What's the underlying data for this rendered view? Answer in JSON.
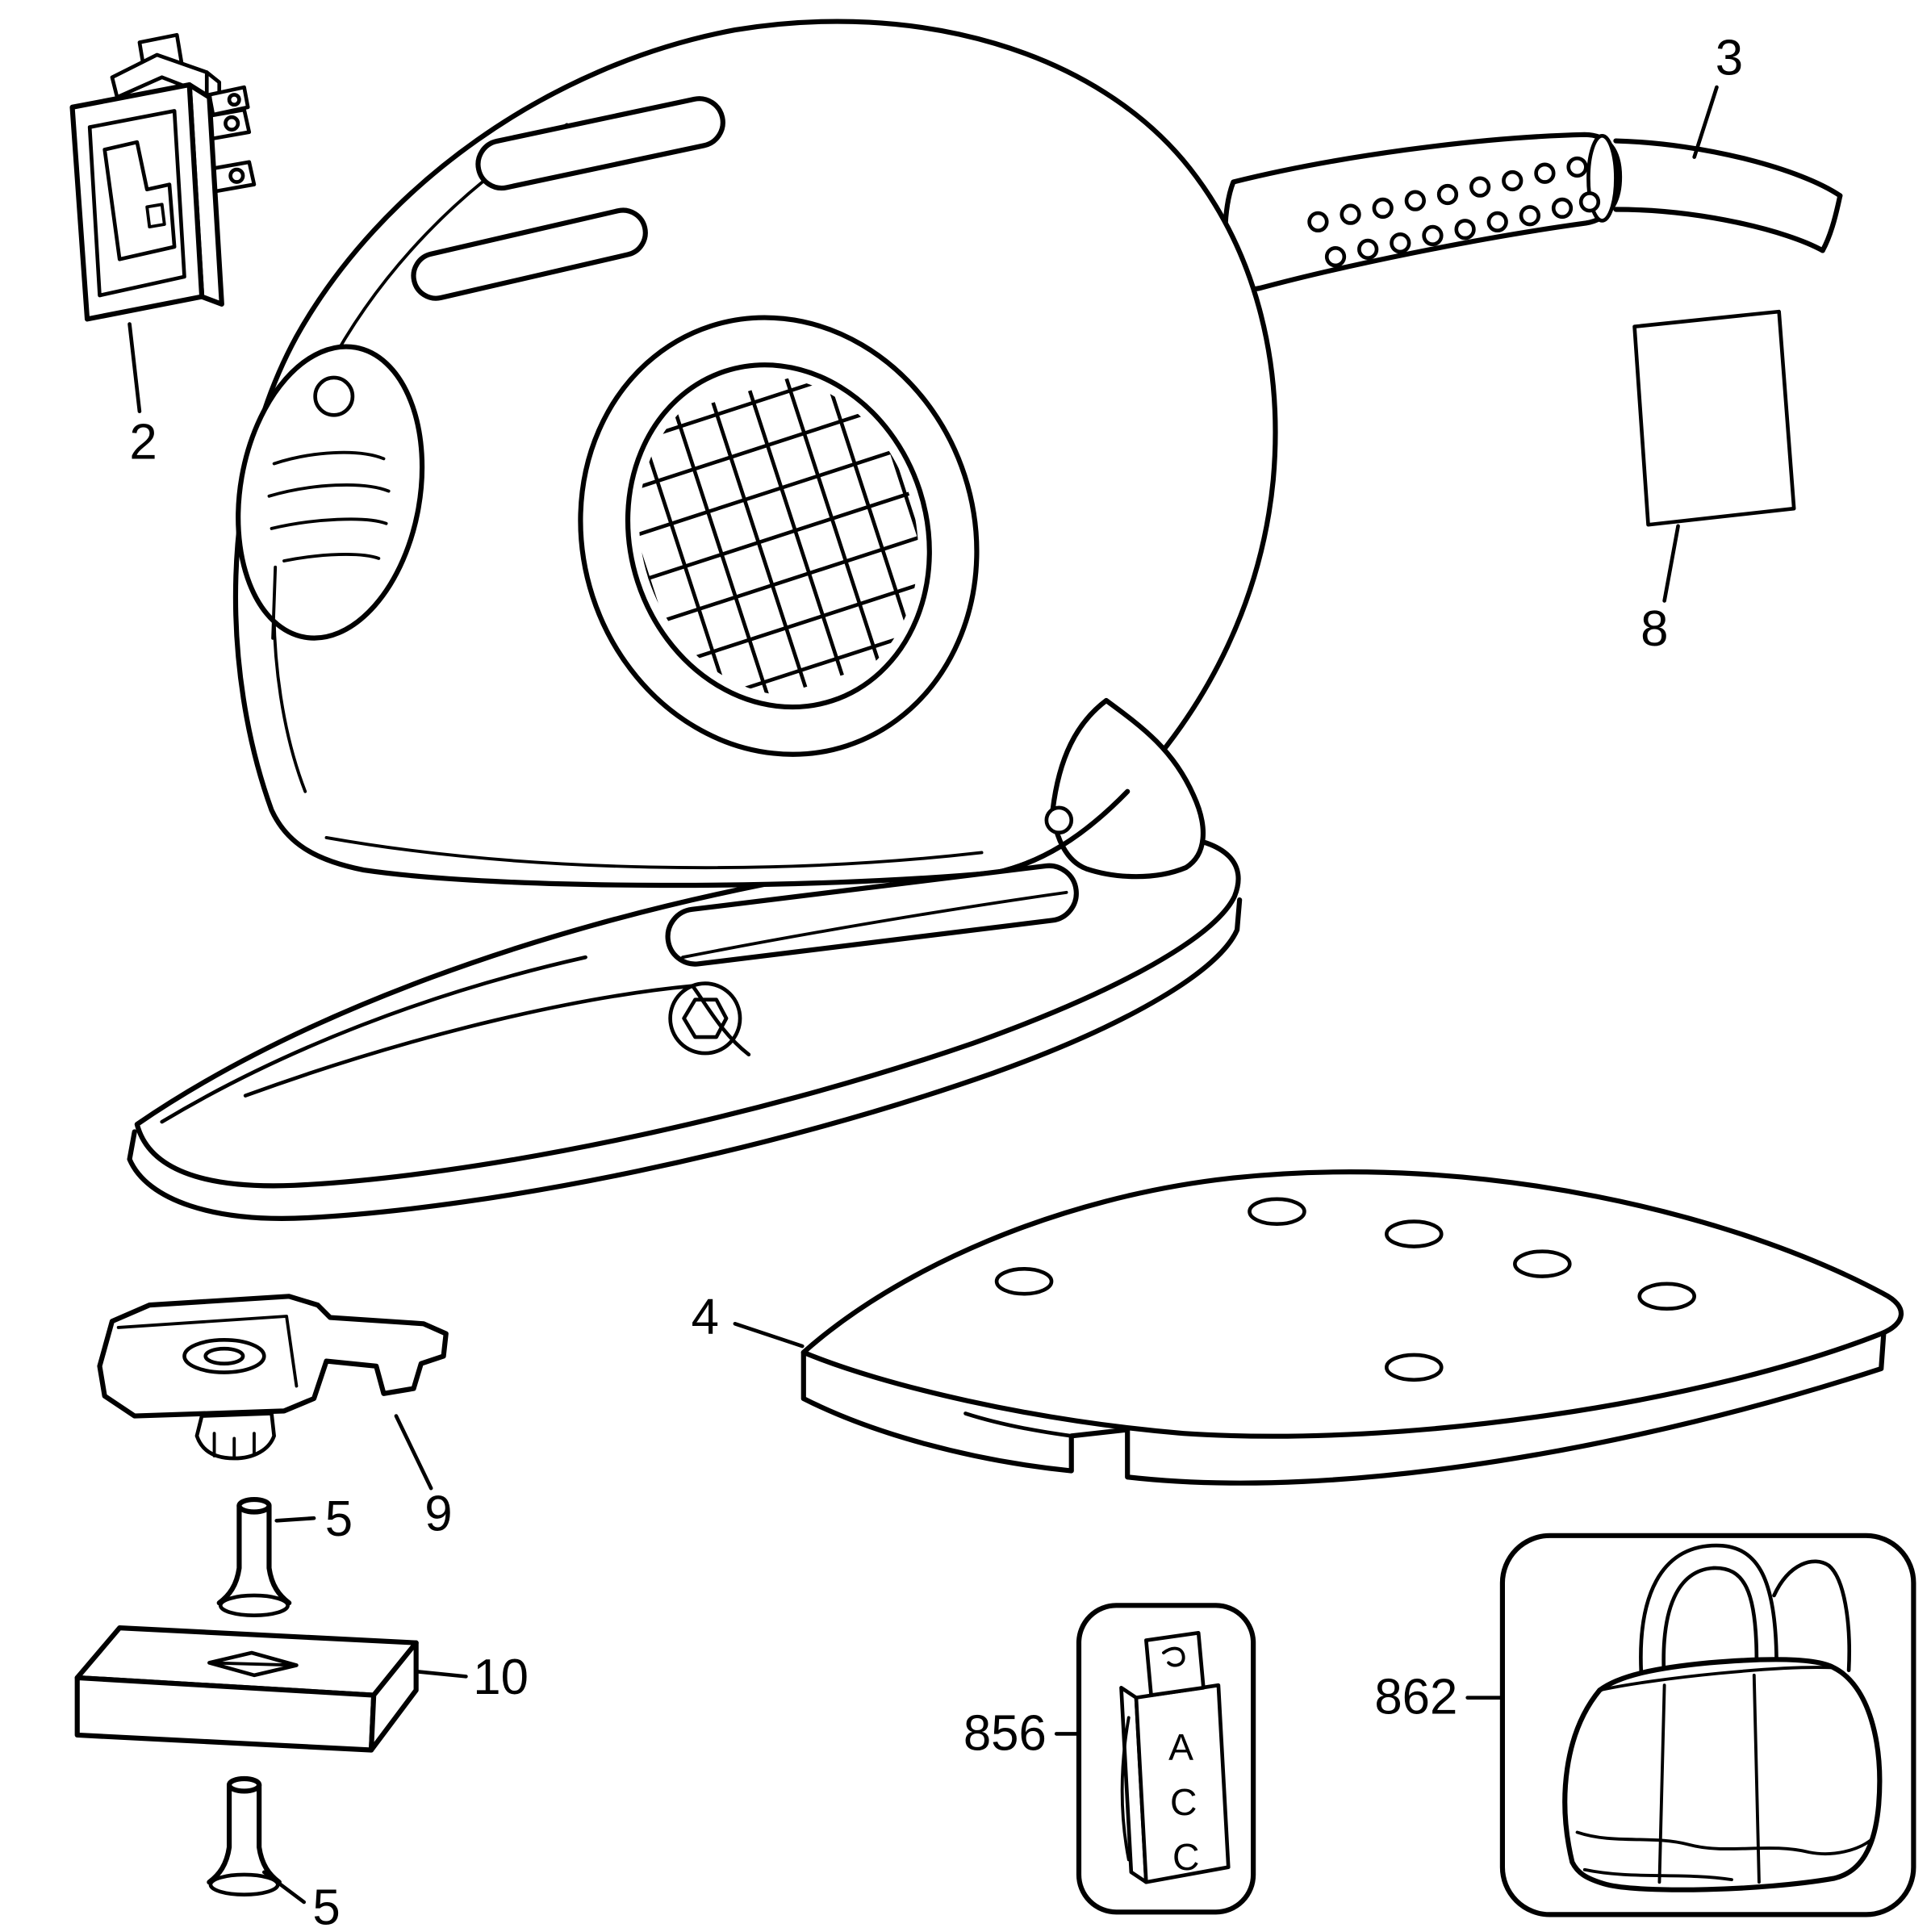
{
  "figure": {
    "background_color": "#ffffff",
    "line_color": "#000000"
  },
  "callouts": {
    "switch": "2",
    "cord": "3",
    "platen": "4",
    "screw_upper": "5",
    "screw_lower": "5",
    "label_sticker": "8",
    "pad_support": "9",
    "sanding_pad": "10",
    "accessory_pack": "856",
    "carry_bag": "862"
  },
  "accessory_pack_icon": {
    "letters": [
      "A",
      "C",
      "C"
    ]
  }
}
